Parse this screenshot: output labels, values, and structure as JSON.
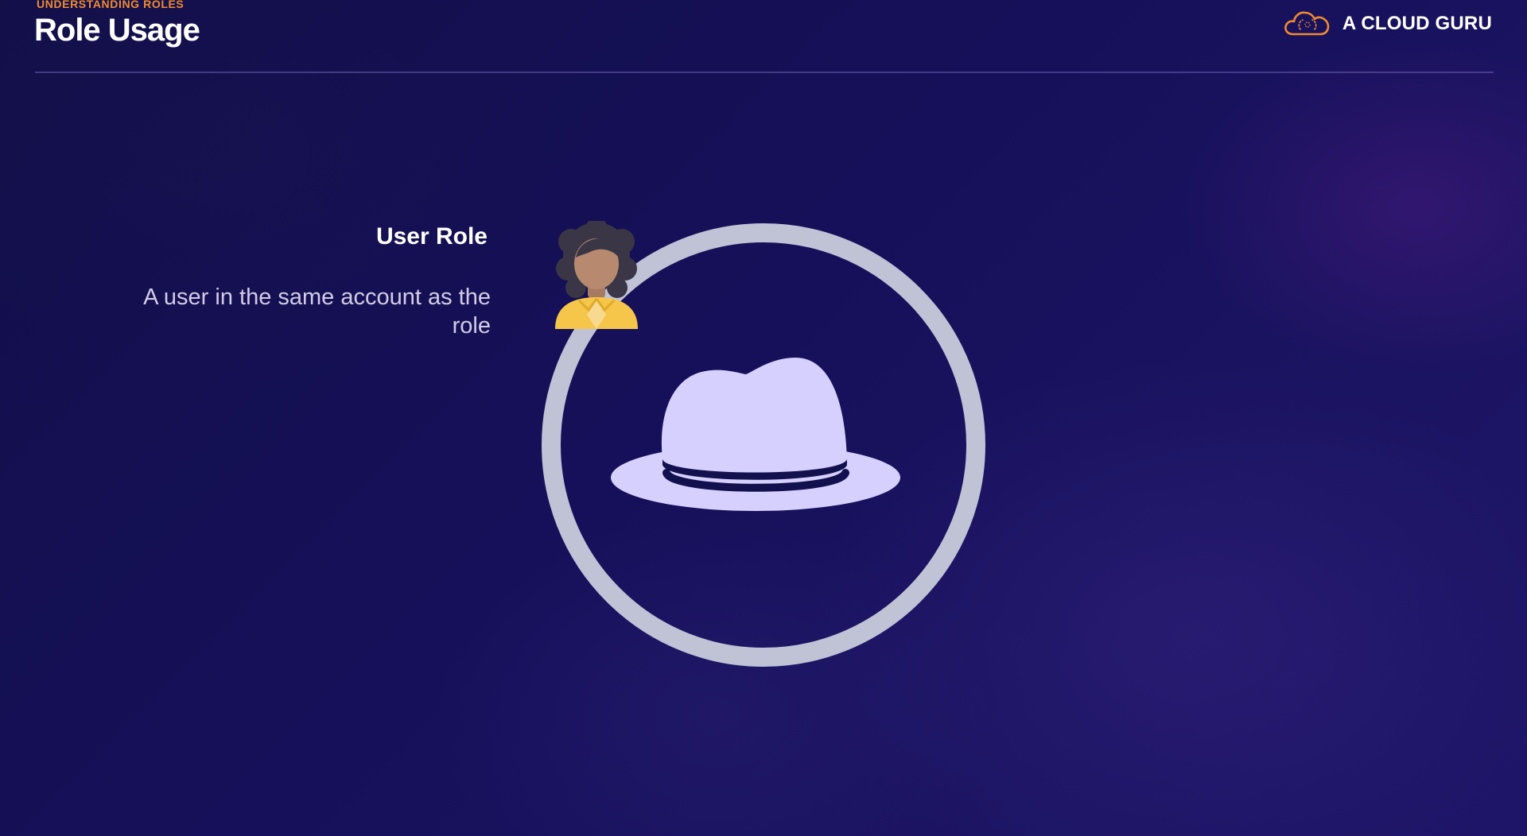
{
  "header": {
    "overline": "UNDERSTANDING ROLES",
    "title": "Role Usage"
  },
  "brand": {
    "name": "A CLOUD GURU",
    "logo_icon": "cloud-guru-logo-icon",
    "accent_color": "#f28b2f"
  },
  "content": {
    "role_title": "User Role",
    "role_description": "A user in the same account as the role"
  },
  "graphic": {
    "ring_icon": "role-ring",
    "hat_icon": "fedora-hat-icon",
    "user_icon": "woman-user-icon",
    "ring_color": "#c0c2d6",
    "hat_color": "#d6d0ff"
  },
  "colors": {
    "background": "#13104e",
    "text_primary": "#ffffff",
    "text_secondary": "#d2cde6"
  }
}
